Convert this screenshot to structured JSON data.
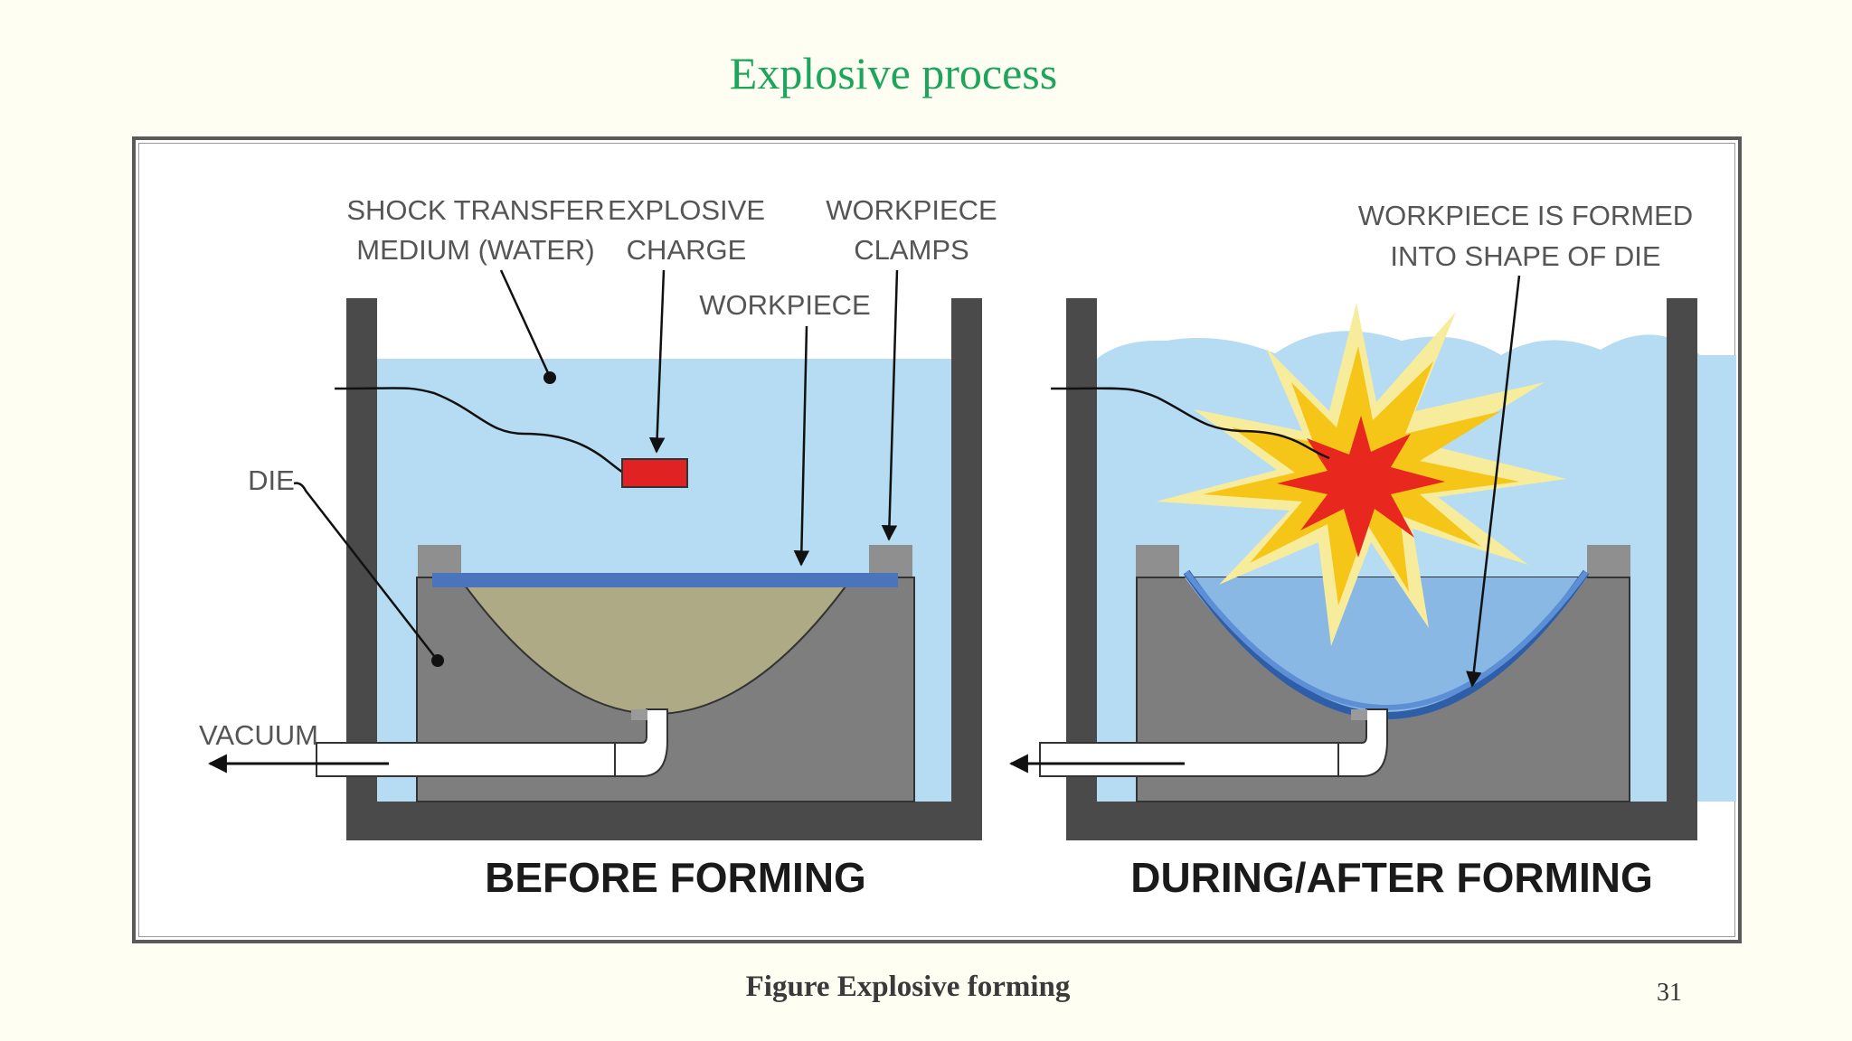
{
  "slide": {
    "title": "Explosive process",
    "caption": "Figure Explosive forming",
    "page_number": "31"
  },
  "diagram": {
    "labels": {
      "shock_line1": "SHOCK TRANSFER",
      "shock_line2": "MEDIUM (WATER)",
      "explosive_line1": "EXPLOSIVE",
      "explosive_line2": "CHARGE",
      "clamps_line1": "WORKPIECE",
      "clamps_line2": "CLAMPS",
      "workpiece": "WORKPIECE",
      "die": "DIE",
      "vacuum": "VACUUM",
      "formed_line1": "WORKPIECE IS FORMED",
      "formed_line2": "INTO SHAPE OF DIE"
    },
    "panel_captions": {
      "before": "BEFORE FORMING",
      "after": "DURING/AFTER FORMING"
    },
    "colors": {
      "water": "#b6dcf3",
      "tank_wall": "#4a4a4a",
      "die": "#7e7e7e",
      "cavity_fill": "#aeaa85",
      "workpiece_blank": "#4a74bb",
      "charge": "#e02222",
      "explosion_outer": "#f6ec9c",
      "explosion_mid": "#f5c518",
      "explosion_core": "#e8281e"
    }
  }
}
